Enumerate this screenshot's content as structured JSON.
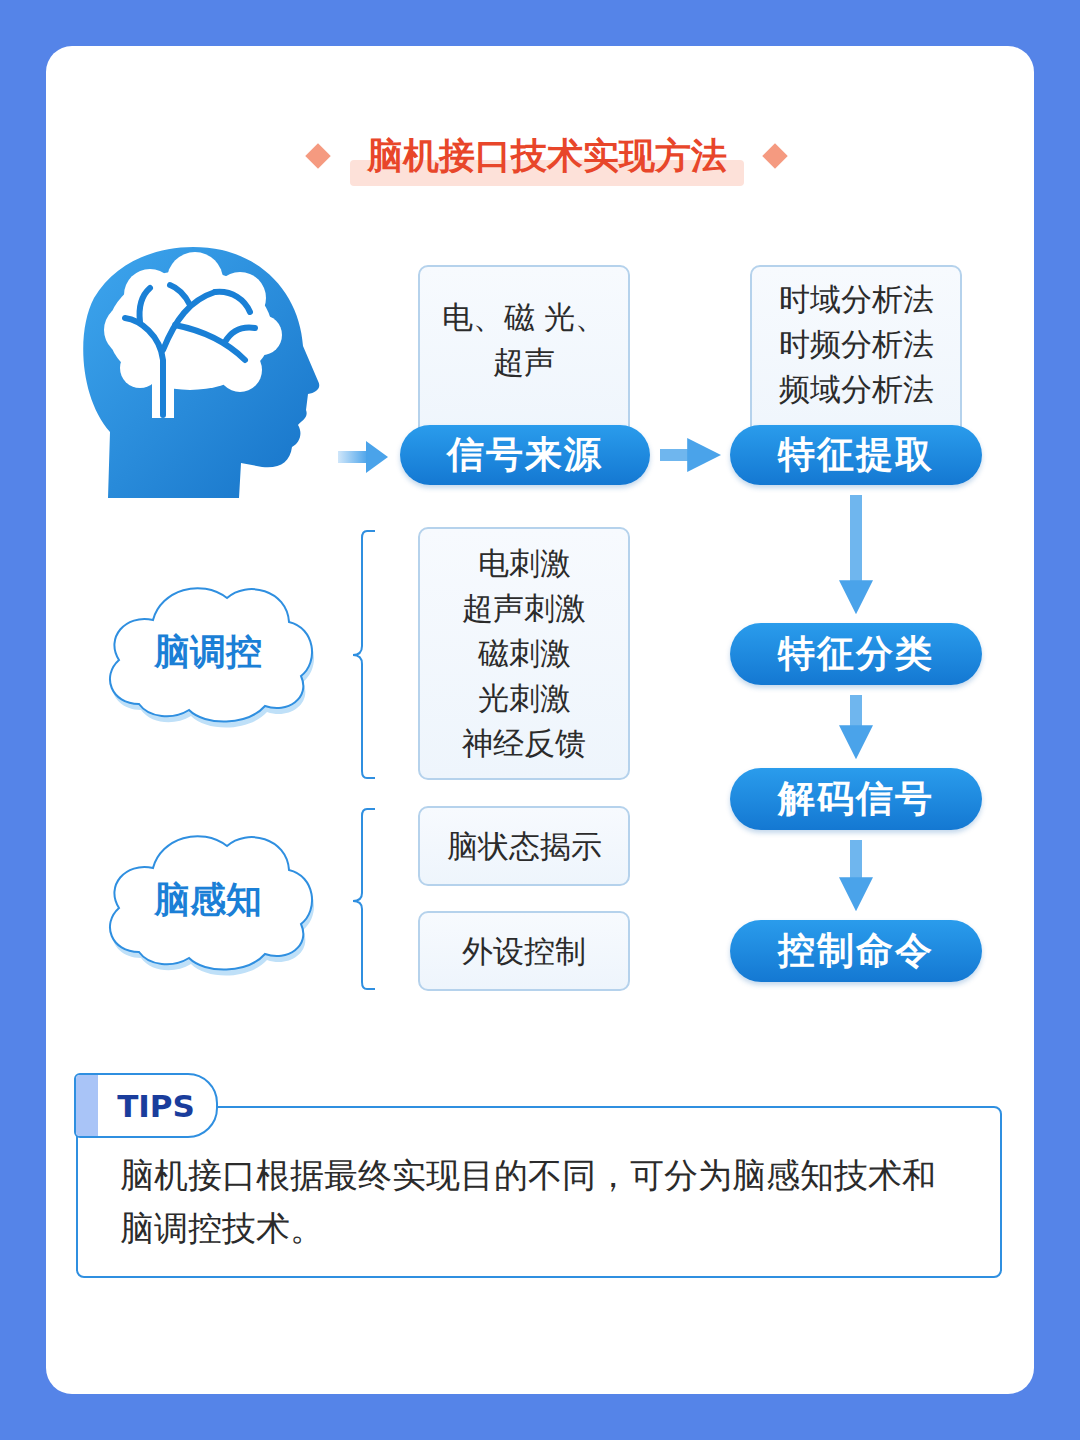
{
  "diagram": {
    "title": "脑机接口技术实现方法",
    "nodes": [
      {
        "text": [
          "电、磁 光、超声",
          "信号来源"
        ]
      },
      {
        "text": [
          "时域分析法 时频分析法 频域分析法",
          "特征提取"
        ]
      },
      {
        "text": [
          "脑调控"
        ]
      },
      {
        "text": [
          "电刺激 超声刺激 磁刺激 光刺激 神经反馈"
        ]
      },
      {
        "text": [
          "特征分类"
        ]
      },
      {
        "text": [
          "解码信号"
        ]
      },
      {
        "text": [
          "脑感知"
        ]
      },
      {
        "text": [
          "脑状态揭示"
        ]
      },
      {
        "text": [
          "外设控制"
        ]
      },
      {
        "text": [
          "控制命令"
        ]
      },
      {
        "text": [
          "TIPS",
          "脑机接口根据最终实现目的不同，可分为脑感知技术和脑调控技术。"
        ]
      }
    ],
    "edges": [
      {
        "from": 0,
        "to": 1,
        "arrow": "to"
      },
      {
        "from": 1,
        "to": 4,
        "arrow": "to"
      },
      {
        "from": 4,
        "to": 5,
        "arrow": "to"
      },
      {
        "from": 5,
        "to": 9,
        "arrow": "to"
      }
    ]
  }
}
